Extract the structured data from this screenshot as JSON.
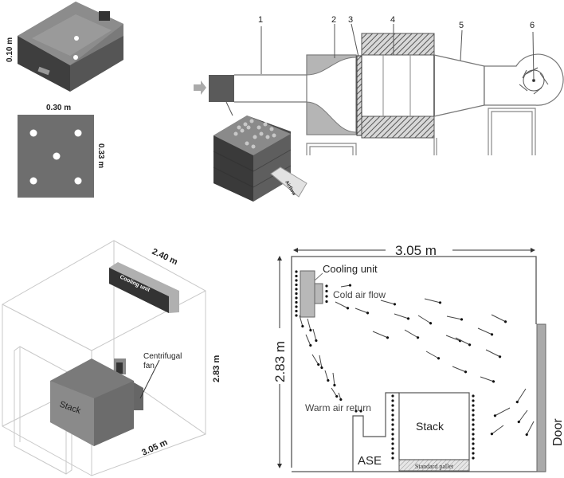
{
  "panel_a": {
    "tray_height": "0.10 m",
    "tray_width": "0.30 m",
    "tray_depth": "0.33 m",
    "hole_count": 5
  },
  "panel_b": {
    "callouts": [
      "1",
      "2",
      "3",
      "4",
      "5",
      "6"
    ],
    "airflow_label": "Airflow"
  },
  "panel_c": {
    "room_depth": "2.40 m",
    "room_height": "2.83 m",
    "room_width": "3.05 m",
    "cooling_unit_label": "Cooling unit",
    "stack_label": "Stack",
    "fan_label_line1": "Centrifugal",
    "fan_label_line2": "fan"
  },
  "panel_d": {
    "room_width": "3.05 m",
    "room_height": "2.83 m",
    "cooling_unit_label": "Cooling unit",
    "cold_air_label": "Cold air flow",
    "warm_air_label": "Warm air return",
    "stack_label": "Stack",
    "ase_label": "ASE",
    "pallet_label": "Standard pallet",
    "door_label": "Door"
  },
  "colors": {
    "dark_gray": "#4a4a4a",
    "mid_gray": "#6e6e6e",
    "light_gray": "#b8b8b8",
    "line": "#555555",
    "faint_line": "#c8c8c8"
  }
}
